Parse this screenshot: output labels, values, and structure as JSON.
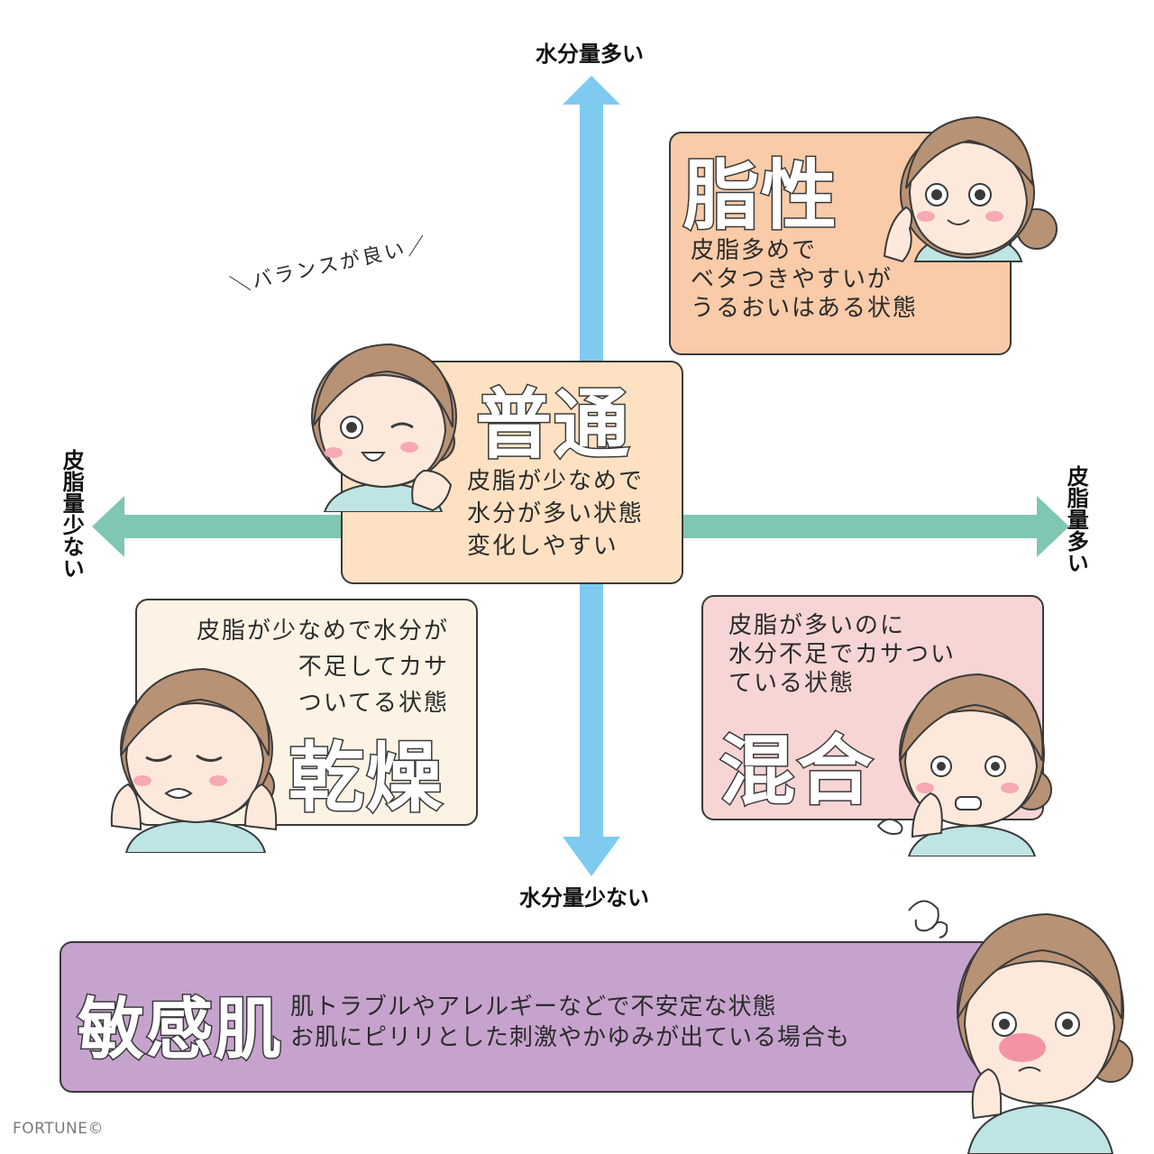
{
  "axes": {
    "top": "水分量多い",
    "bottom": "水分量少ない",
    "left": "皮脂量少ない",
    "right": "皮脂量多い",
    "vertical_color": "#7ecbef",
    "horizontal_color": "#7fc6b3"
  },
  "boxes": {
    "oily": {
      "title": "脂性",
      "lines": [
        "皮脂多めで",
        "ベタつきやすいが",
        "うるおいはある状態"
      ],
      "color": "#f9cba8"
    },
    "normal": {
      "title": "普通",
      "lines": [
        "皮脂が少なめで",
        "水分が多い状態",
        "変化しやすい"
      ],
      "bubble": "＼バランスが良い／",
      "color": "#fde1c2"
    },
    "dry": {
      "title": "乾燥",
      "lines": [
        "皮脂が少なめで水分が",
        "不足してカサ",
        "ついてる状態"
      ],
      "color": "#fdf3e4"
    },
    "combo": {
      "title": "混合",
      "lines": [
        "皮脂が多いのに",
        "水分不足でカサつい",
        "ている状態"
      ],
      "color": "#f7d5d5"
    },
    "sensitive": {
      "title": "敏感肌",
      "lines": [
        "肌トラブルやアレルギーなどで不安定な状態",
        "お肌にピリリとした刺激やかゆみが出ている場合も"
      ],
      "color": "#c6a3cd"
    }
  },
  "footer": "FORTUNE©"
}
